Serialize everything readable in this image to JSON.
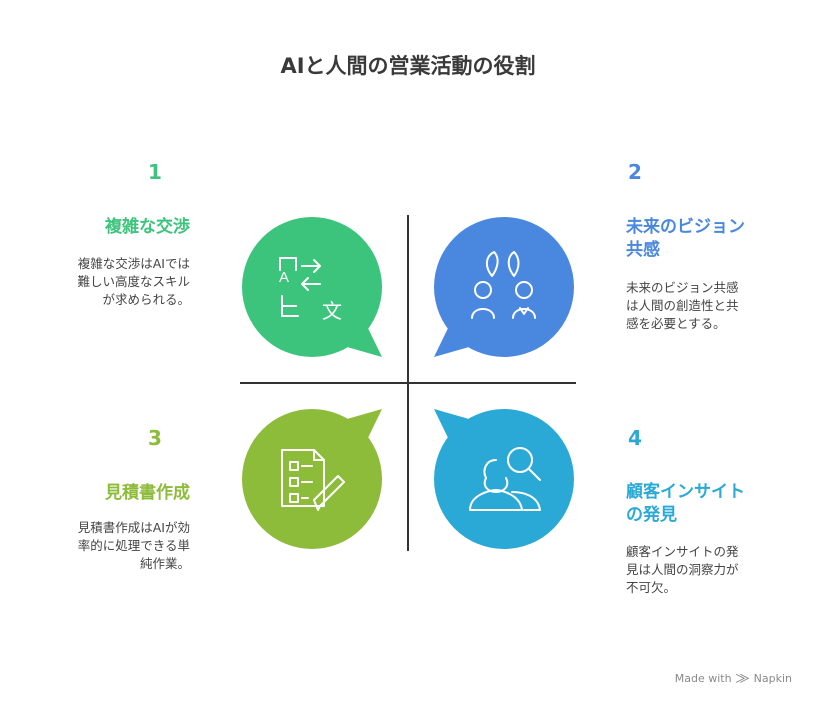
{
  "title": "AIと人間の営業活動の役割",
  "quadrants": [
    {
      "number": "1",
      "title_lines": [
        "複雑な交渉"
      ],
      "desc_lines": [
        "複雑な交渉はAIでは",
        "難しい高度なスキル",
        "が求められる。"
      ],
      "color": "#3cc47c",
      "icon": "translate-icon"
    },
    {
      "number": "2",
      "title_lines": [
        "未来のビジョン",
        "共感"
      ],
      "desc_lines": [
        "未来のビジョン共感",
        "は人間の創造性と共",
        "感を必要とする。"
      ],
      "color": "#4a88e0",
      "icon": "people-ideas-icon"
    },
    {
      "number": "3",
      "title_lines": [
        "見積書作成"
      ],
      "desc_lines": [
        "見積書作成はAIが効",
        "率的に処理できる単",
        "純作業。"
      ],
      "color": "#8dbb3a",
      "icon": "document-edit-icon"
    },
    {
      "number": "4",
      "title_lines": [
        "顧客インサイト",
        "の発見"
      ],
      "desc_lines": [
        "顧客インサイトの発",
        "見は人間の洞察力が",
        "不可欠。"
      ],
      "color": "#2aa9d6",
      "icon": "people-search-icon"
    }
  ],
  "footer": {
    "made_with": "Made with",
    "brand": "Napkin"
  }
}
